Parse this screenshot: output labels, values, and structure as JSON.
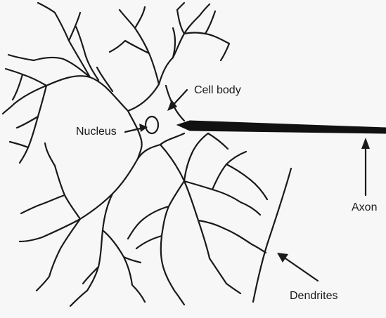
{
  "labels": {
    "cell_body": "Cell body",
    "nucleus": "Nucleus",
    "axon": "Axon",
    "dendrites": "Dendrites"
  },
  "colors": {
    "ink": "#1a1a1a",
    "paper": "#f7f7f7"
  }
}
